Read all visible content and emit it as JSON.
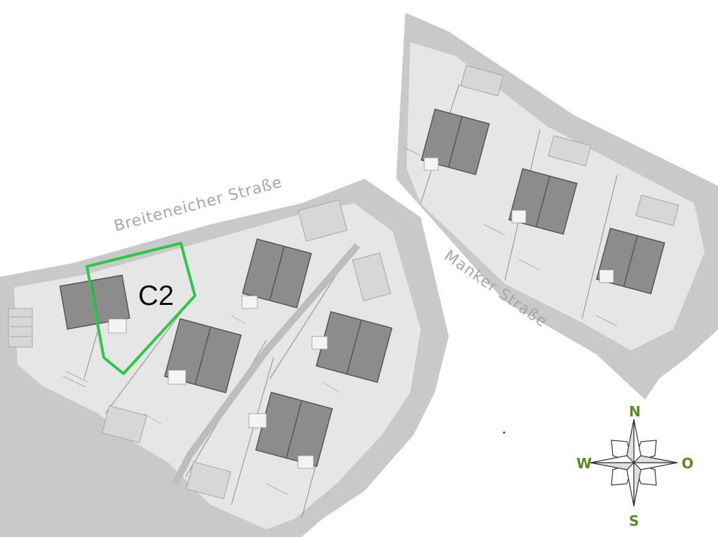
{
  "streets": {
    "breiteneicher": "Breiteneicher Straße",
    "manker": "Manker Straße"
  },
  "selected_plot": {
    "label": "C2"
  },
  "colors": {
    "background": "#ffffff",
    "ground_dark": "#c9c9c9",
    "lot": "#e6e6e6",
    "roof": "#8c8c8c",
    "highlight": "#2ec74a",
    "compass_letters": "#5f8a23"
  },
  "compass": {
    "north": "N",
    "south": "S",
    "west": "W",
    "east": "O"
  }
}
